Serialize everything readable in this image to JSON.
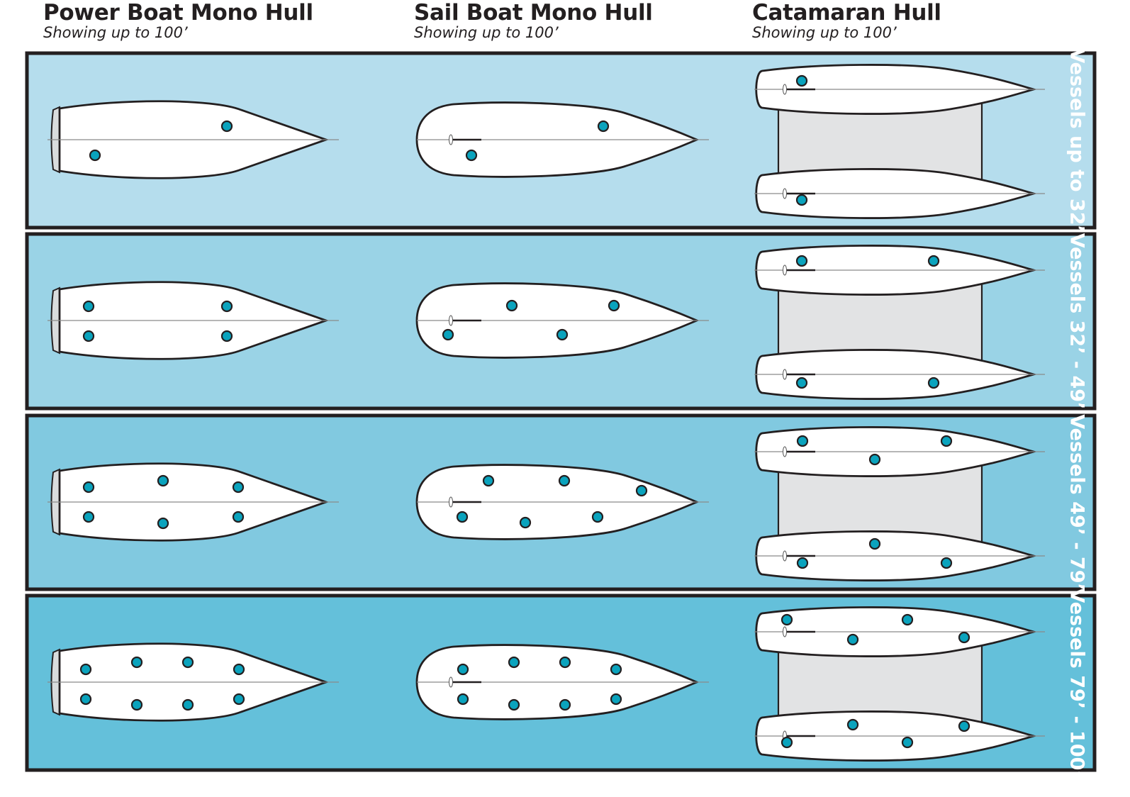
{
  "columns": [
    {
      "title": "Power Boat Mono Hull",
      "subtitle": "Showing up to 100’"
    },
    {
      "title": "Sail Boat Mono Hull",
      "subtitle": "Showing up to 100’"
    },
    {
      "title": "Catamaran Hull",
      "subtitle": "Showing up to 100’"
    }
  ],
  "rows": [
    {
      "label": "Vessels up to  32’",
      "background": "#b5dded",
      "power_dots": 2,
      "sail_dots": 2,
      "cat_dots_per_hull": 1
    },
    {
      "label": "Vessels 32’ - 49’",
      "background": "#9ad3e6",
      "power_dots": 4,
      "sail_dots": 4,
      "cat_dots_per_hull": 2
    },
    {
      "label": "Vessels 49’ - 79’",
      "background": "#81c9e0",
      "power_dots": 6,
      "sail_dots": 6,
      "cat_dots_per_hull": 3
    },
    {
      "label": "Vessels 79’ - 100’",
      "background": "#64c0da",
      "power_dots": 8,
      "sail_dots": 8,
      "cat_dots_per_hull": 4
    }
  ],
  "colors": {
    "dot_fill": "#0aa3bd",
    "outline": "#231f20",
    "hull_fill": "#ffffff",
    "deck_fill": "#e2e3e4",
    "transom_fill": "#d9dcdd"
  }
}
